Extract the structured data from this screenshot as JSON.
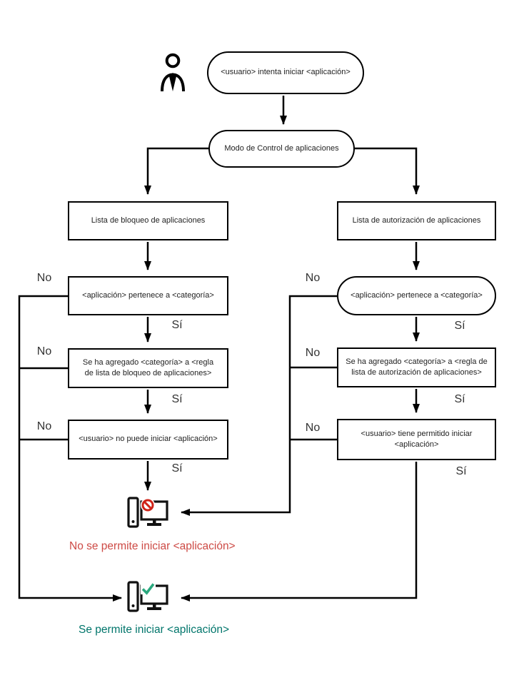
{
  "diagram": {
    "start": "<usuario> intenta iniciar <aplicación>",
    "mode": "Modo de Control de aplicaciones",
    "branch_left": {
      "list": "Lista de bloqueo de aplicaciones",
      "belongs": "<aplicación> pertenece a <categoría>",
      "rule": "Se ha agregado <categoría> a <regla de lista de bloqueo de aplicaciones>",
      "result": "<usuario> no puede iniciar <aplicación>"
    },
    "branch_right": {
      "list": "Lista de autorización de aplicaciones",
      "belongs": "<aplicación> pertenece a <categoría>",
      "rule": "Se ha agregado <categoría> a <regla de lista de autorización de aplicaciones>",
      "result": "<usuario> tiene permitido iniciar <aplicación>"
    },
    "labels": {
      "no": "No",
      "yes": "Sí"
    },
    "outcomes": {
      "blocked": "No se permite iniciar <aplicación>",
      "allowed": "Se permite iniciar <aplicación>"
    },
    "icons": {
      "user": "user-icon",
      "blocked": "blocked-computer-icon",
      "allowed": "allowed-computer-icon"
    },
    "colors": {
      "line": "#000000",
      "box_border": "#000000",
      "blocked_text": "#cd4a45",
      "allowed_text": "#00756b",
      "prohibit": "#cf2318",
      "check": "#2aa87e"
    }
  }
}
